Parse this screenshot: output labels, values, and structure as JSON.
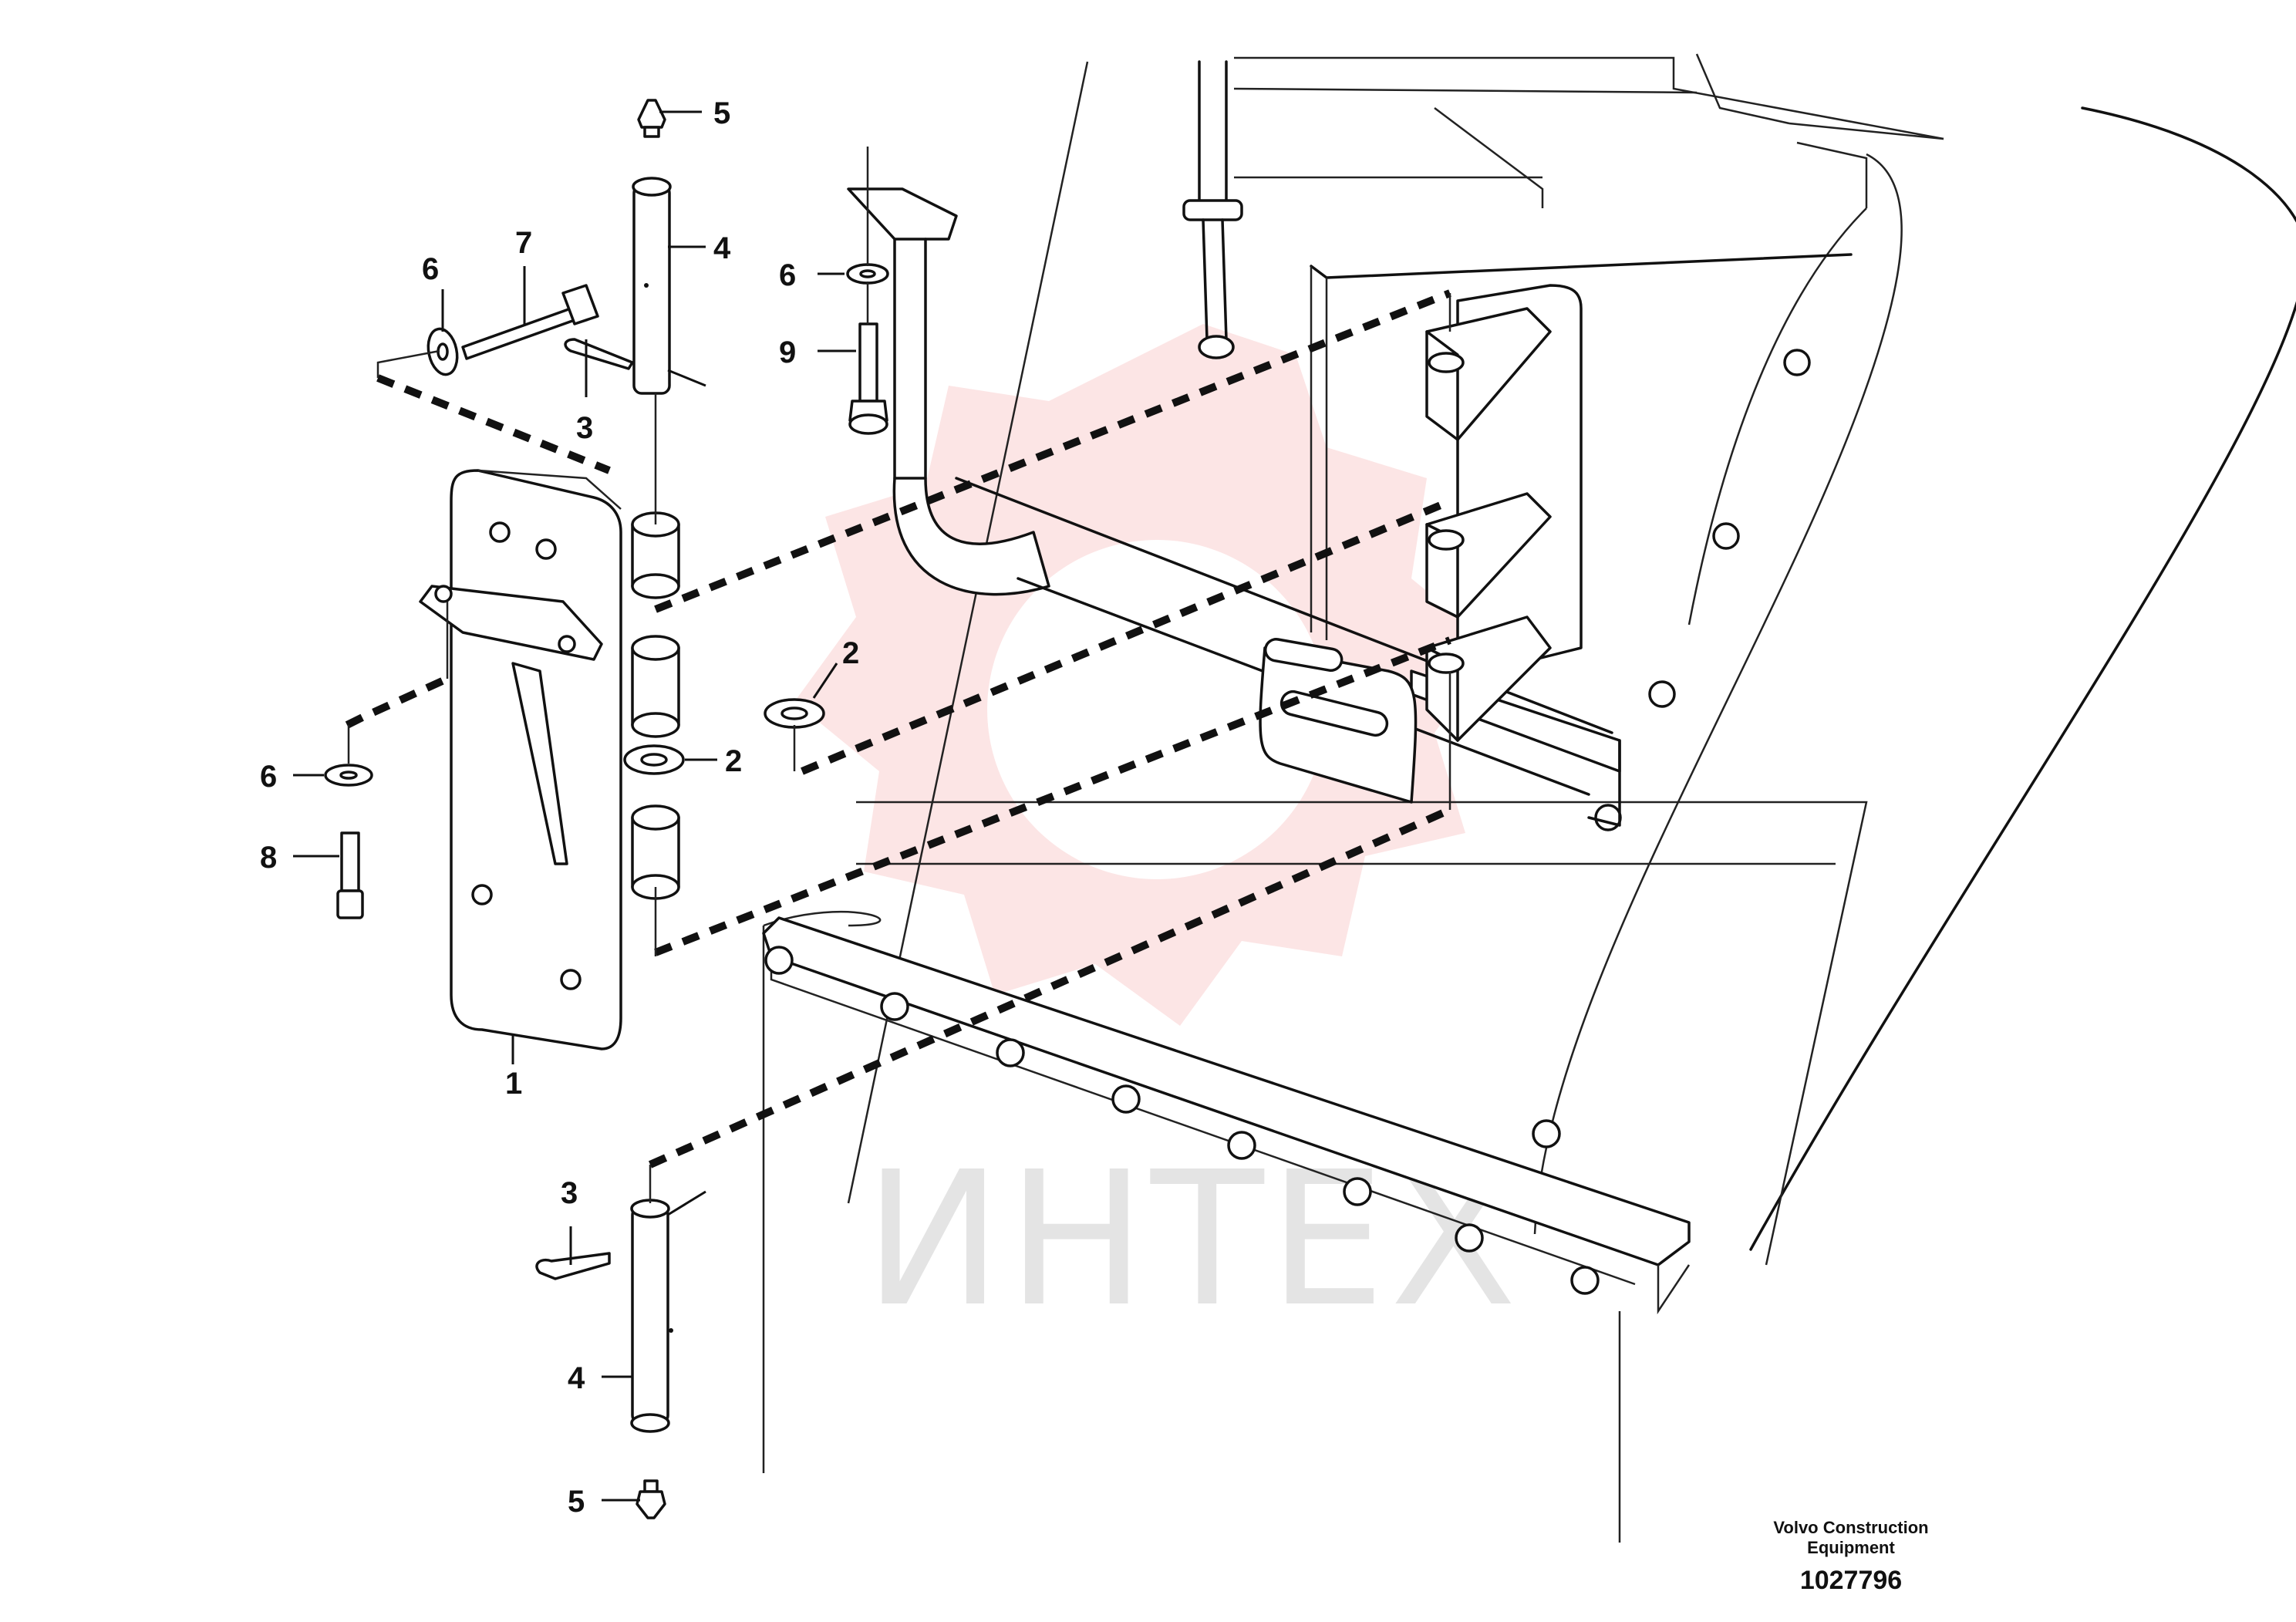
{
  "watermark": {
    "text": "ИНТЕХ",
    "color": "#e63838"
  },
  "title_block": {
    "manufacturer_line1": "Volvo Construction",
    "manufacturer_line2": "Equipment",
    "drawing_number": "1027796"
  },
  "callouts": {
    "c1": "1",
    "c2a": "2",
    "c2b": "2",
    "c3a": "3",
    "c3b": "3",
    "c4a": "4",
    "c4b": "4",
    "c5a": "5",
    "c5b": "5",
    "c6a": "6",
    "c6b": "6",
    "c6c": "6",
    "c7": "7",
    "c8": "8",
    "c9": "9"
  }
}
